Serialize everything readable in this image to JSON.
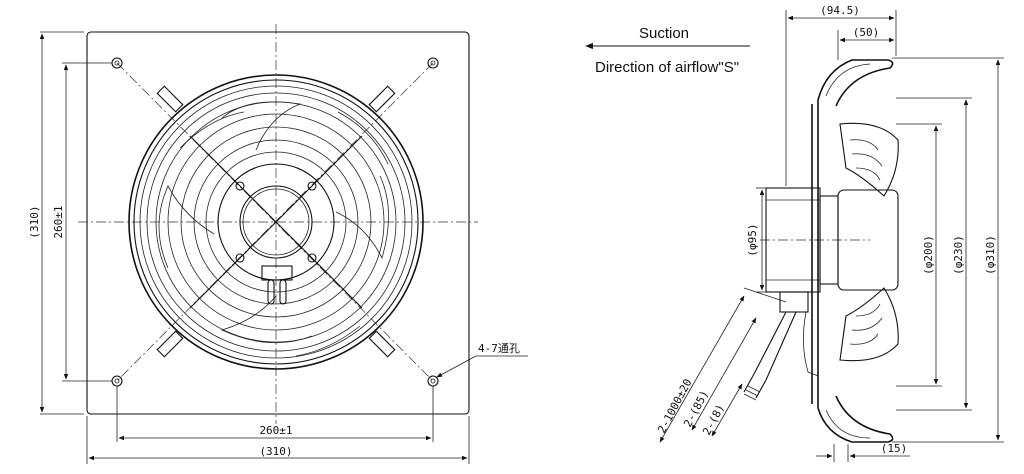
{
  "front_view": {
    "width_dim": "(310)",
    "height_dim": "(310)",
    "hole_spacing_h": "260±1",
    "hole_spacing_v": "260±1",
    "mount_holes": "4-7通孔"
  },
  "side_view": {
    "suction_label": "Suction",
    "airflow_label": "Direction of airflow\"S\"",
    "depth_total": "(94.5)",
    "depth_rotor": "(50)",
    "dia_hub": "(φ95)",
    "dia_inner": "(φ200)",
    "dia_mid": "(φ230)",
    "dia_outer": "(φ310)",
    "flange": "(15)",
    "cable_length": "2-1000±20",
    "cable_strip": "2-(85)",
    "cable_tip": "2-(8)"
  },
  "colors": {
    "line": "#111111",
    "background": "#ffffff"
  }
}
